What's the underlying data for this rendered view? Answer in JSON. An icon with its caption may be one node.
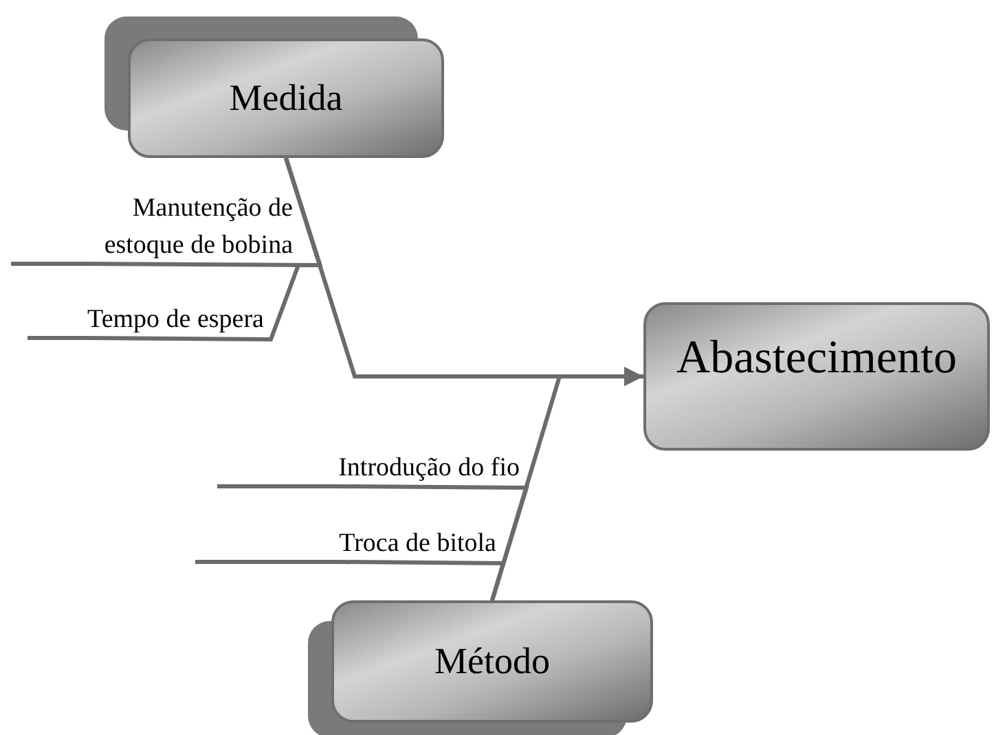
{
  "diagram": {
    "nodes": [
      {
        "text": [
          "Medida"
        ]
      },
      {
        "text": [
          "Método"
        ]
      },
      {
        "text": [
          "Abastecimento"
        ]
      },
      {
        "text": [
          "Manutenção de estoque de bobina"
        ]
      },
      {
        "text": [
          "Tempo de espera"
        ]
      },
      {
        "text": [
          "Introdução do fio"
        ]
      },
      {
        "text": [
          "Troca de bitola"
        ]
      }
    ],
    "edges": [
      {
        "from": 0,
        "to": 2,
        "arrow": "to"
      },
      {
        "from": 1,
        "to": 2,
        "arrow": "to"
      },
      {
        "from": 3,
        "to": 0,
        "arrow": "none"
      },
      {
        "from": 4,
        "to": 0,
        "arrow": "none"
      },
      {
        "from": 5,
        "to": 1,
        "arrow": "none"
      },
      {
        "from": 6,
        "to": 1,
        "arrow": "none"
      }
    ]
  }
}
